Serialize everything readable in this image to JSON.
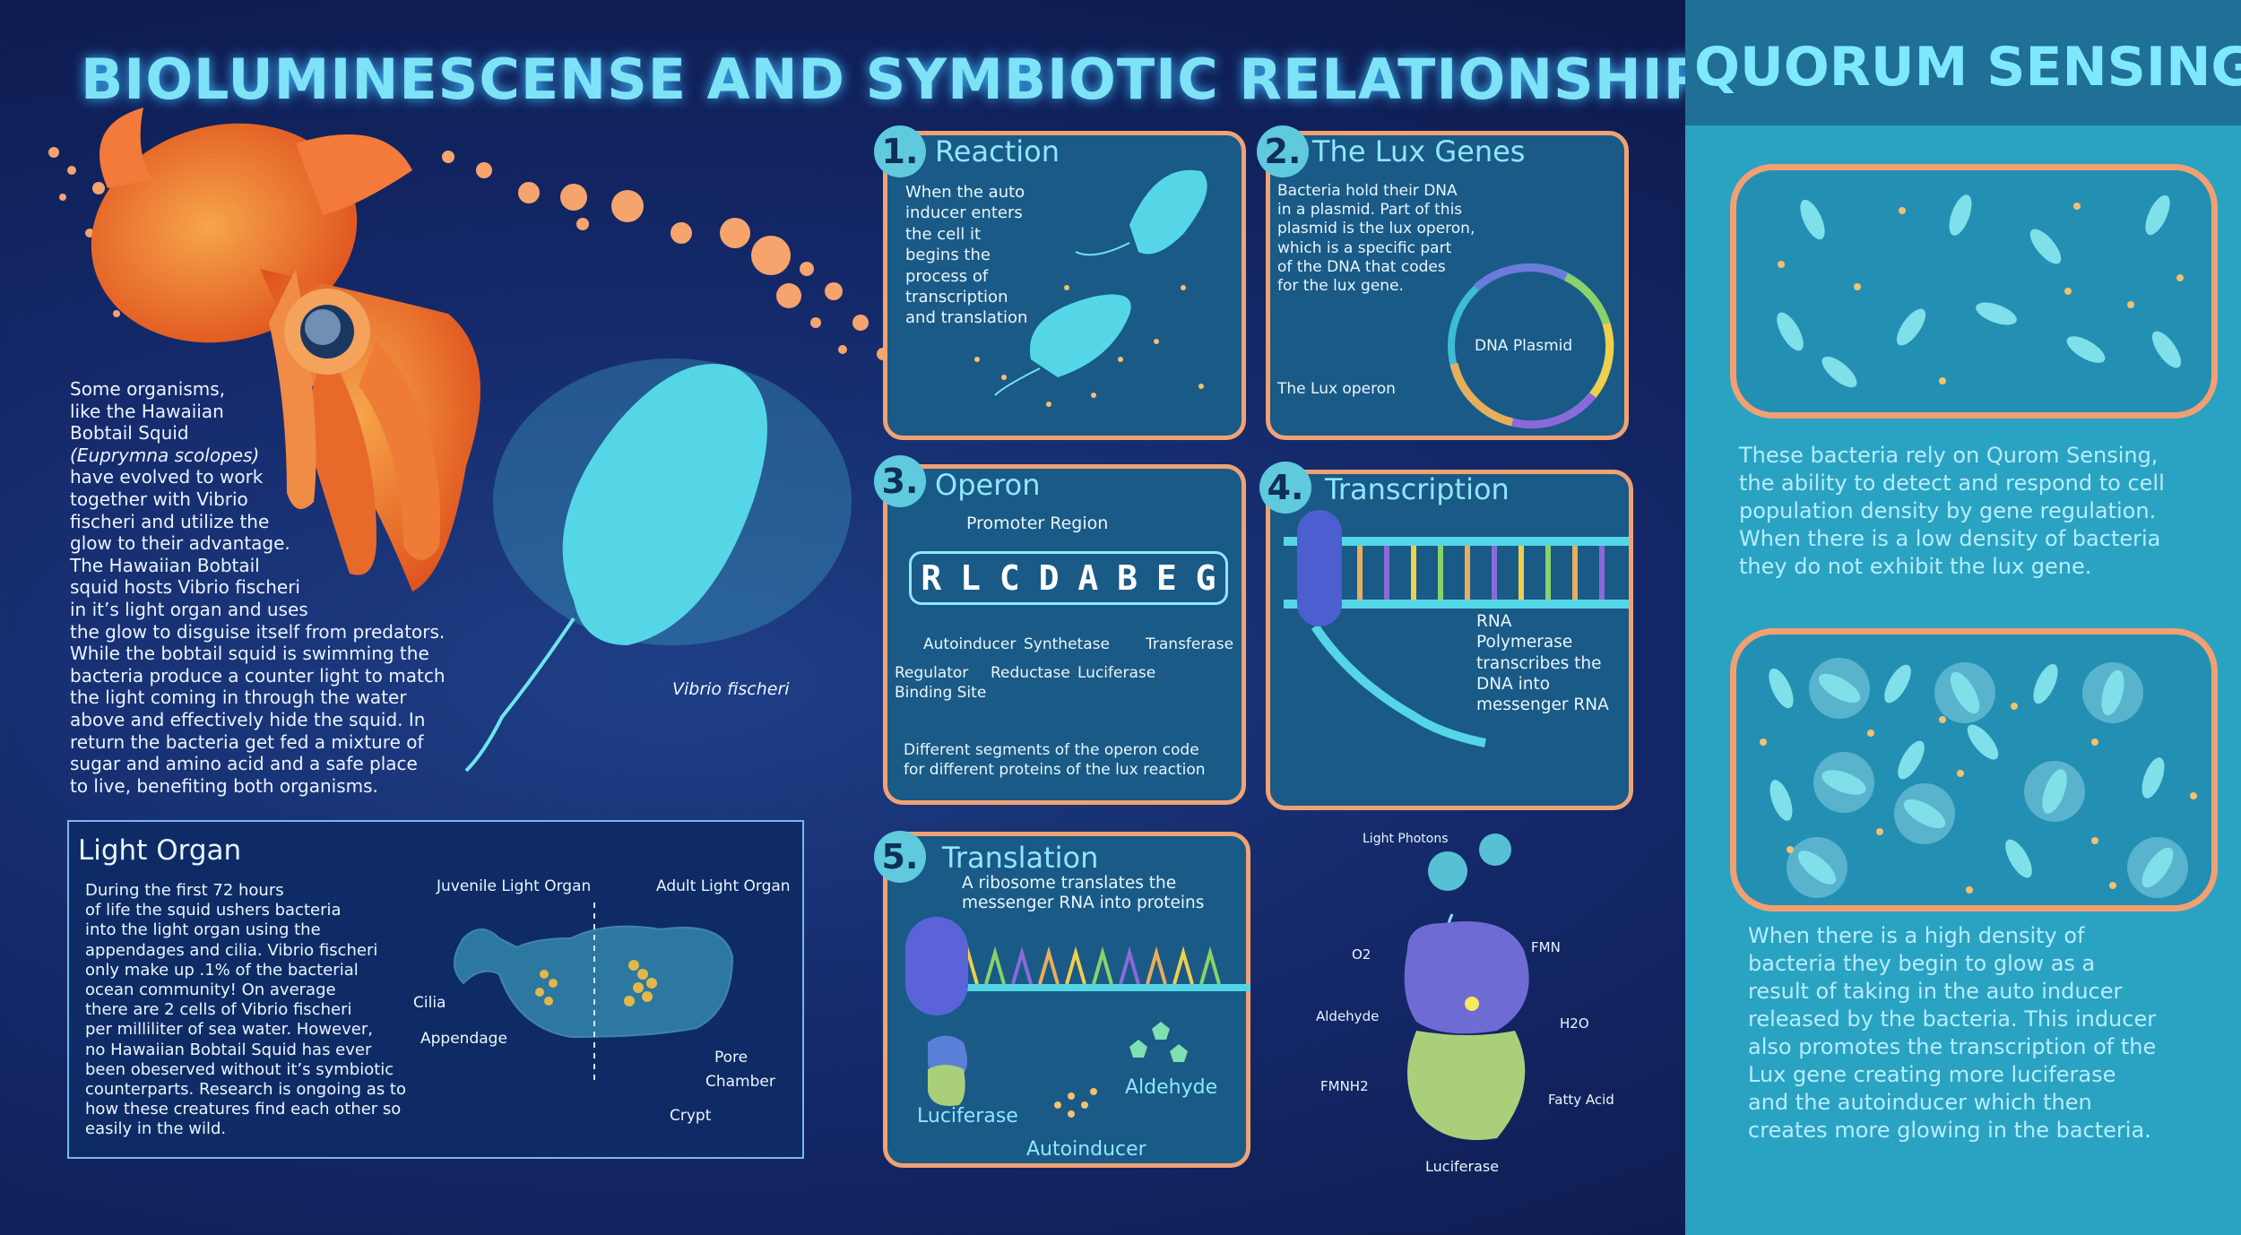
{
  "title": "BIOLUMINESCENSE AND SYMBIOTIC RELATIONSHIPS",
  "intro": {
    "lines": [
      "Some organisms,",
      "like the Hawaiian",
      "Bobtail Squid",
      "(Euprymna scolopes)",
      "have evolved to work",
      "together with Vibrio",
      "fischeri and utilize the",
      "glow to their advantage.",
      "The Hawaiian Bobtail",
      "squid hosts Vibrio fischeri",
      "in it’s light organ and uses",
      "the glow to disguise itself from predators.",
      "While the bobtail squid is swimming the",
      "bacteria produce a counter light to match",
      "the light coming in through the water",
      "above and effectively hide the squid. In",
      "return the bacteria get fed a mixture of",
      "sugar and amino acid and a safe place",
      "to live, benefiting both organisms."
    ]
  },
  "vibrio_label": "Vibrio fischeri",
  "light_organ": {
    "title": "Light Organ",
    "lines": [
      "During the first 72 hours",
      "of life the squid ushers bacteria",
      "into the light organ using the",
      "appendages and cilia. Vibrio fischeri",
      "only make up .1% of the bacterial",
      "ocean community! On average",
      "there are 2 cells of Vibrio fischeri",
      "per milliliter of sea water. However,",
      "no Hawaiian Bobtail Squid has ever",
      "been obeserved without it’s symbiotic",
      "counterparts. Research is ongoing as to",
      "how these creatures find each other so",
      "easily in the wild."
    ],
    "juvenile_label": "Juvenile Light Organ",
    "adult_label": "Adult Light Organ",
    "cilia": "Cilia",
    "appendage": "Appendage",
    "pore": "Pore",
    "chamber": "Chamber",
    "crypt": "Crypt"
  },
  "panels": {
    "p1": {
      "num": "1.",
      "title": "Reaction",
      "lines": [
        "When the auto",
        "inducer enters",
        "the cell it",
        "begins the",
        "process of",
        "transcription",
        "and translation"
      ]
    },
    "p2": {
      "num": "2.",
      "title": "The Lux Genes",
      "lines": [
        "Bacteria hold their DNA",
        "in a plasmid. Part of this",
        "plasmid is the lux operon,",
        "which is a specific part",
        "of the DNA that codes",
        "for the lux gene."
      ],
      "plasmid_label": "DNA Plasmid",
      "operon_label": "The Lux operon"
    },
    "p3": {
      "num": "3.",
      "title": "Operon",
      "promoter": "Promoter Region",
      "genes": [
        "R",
        "L",
        "C",
        "D",
        "A",
        "B",
        "E",
        "G"
      ],
      "autoinducer": "Autoinducer",
      "synthetase": "Synthetase",
      "transferase": "Transferase",
      "regulator": "Regulator",
      "binding_site": "Binding Site",
      "reductase": "Reductase",
      "luciferase": "Luciferase",
      "footer1": "Different segments of the operon code",
      "footer2": "for different proteins of the lux reaction"
    },
    "p4": {
      "num": "4.",
      "title": "Transcription",
      "lines": [
        "RNA",
        "Polymerase",
        "transcribes the",
        "DNA into",
        "messenger RNA"
      ]
    },
    "p5": {
      "num": "5.",
      "title": "Translation",
      "line1": "A ribosome translates the",
      "line2": "messenger RNA into proteins",
      "luciferase": "Luciferase",
      "aldehyde": "Aldehyde",
      "autoinducer": "Autoinducer"
    }
  },
  "reaction": {
    "photons": "Light Photons",
    "o2": "O2",
    "aldehyde": "Aldehyde",
    "fmnh2": "FMNH2",
    "fmn": "FMN",
    "h2o": "H2O",
    "fatty_acid": "Fatty Acid",
    "luciferase": "Luciferase"
  },
  "quorum": {
    "title": "QUORUM SENSING",
    "low_lines": [
      "These bacteria rely on Qurom Sensing,",
      "the ability to detect and respond to cell",
      "population density by gene regulation.",
      "When there is a low density of bacteria",
      "they do not exhibit the lux gene."
    ],
    "high_lines": [
      "When there is a high density of",
      "bacteria they begin to glow as a",
      "result of taking in the auto inducer",
      "released by the bacteria. This inducer",
      "also promotes the transcription of the",
      "Lux gene creating more luciferase",
      "and the autoinducer which then",
      "creates more glowing in the bacteria."
    ]
  },
  "colors": {
    "accent": "#7fe3f7",
    "panel_border": "#f0a274",
    "panel_fill": "#1a5a86",
    "quorum_bg": "#2aa3c2"
  }
}
